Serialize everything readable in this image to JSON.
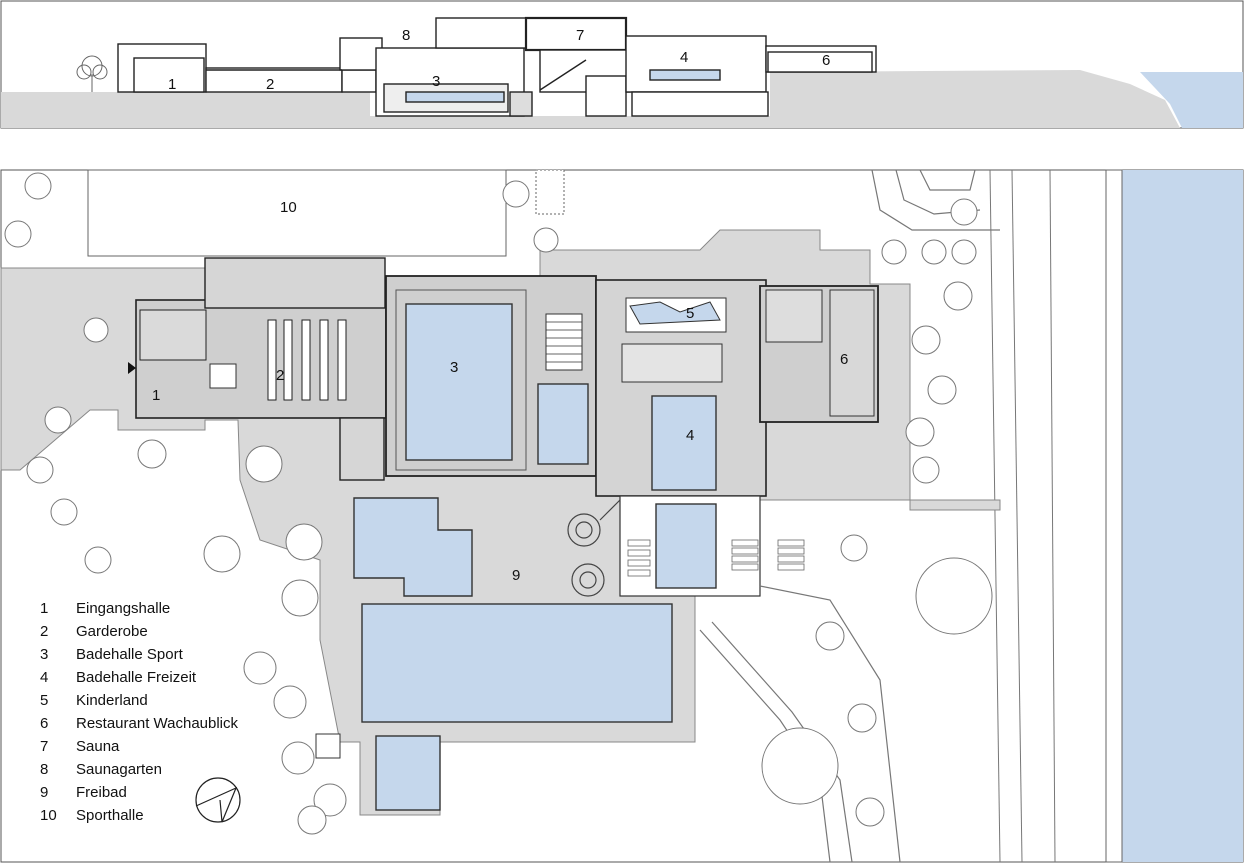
{
  "section_labels": [
    "1",
    "2",
    "3",
    "4",
    "6",
    "7",
    "8"
  ],
  "plan_labels": {
    "n1": "1",
    "n2": "2",
    "n3": "3",
    "n4": "4",
    "n5": "5",
    "n6": "6",
    "n9": "9",
    "n10": "10"
  },
  "legend": [
    {
      "num": "1",
      "text": "Eingangshalle"
    },
    {
      "num": "2",
      "text": "Garderobe"
    },
    {
      "num": "3",
      "text": "Badehalle Sport"
    },
    {
      "num": "4",
      "text": "Badehalle Freizeit"
    },
    {
      "num": "5",
      "text": "Kinderland"
    },
    {
      "num": "6",
      "text": "Restaurant Wachaublick"
    },
    {
      "num": "7",
      "text": "Sauna"
    },
    {
      "num": "8",
      "text": "Saunagarten"
    },
    {
      "num": "9",
      "text": "Freibad"
    },
    {
      "num": "10",
      "text": "Sporthalle"
    }
  ],
  "colors": {
    "water": "#c5d7ec",
    "ground": "#d9d9d9",
    "building": "#cfcfcf",
    "line": "#222222"
  }
}
